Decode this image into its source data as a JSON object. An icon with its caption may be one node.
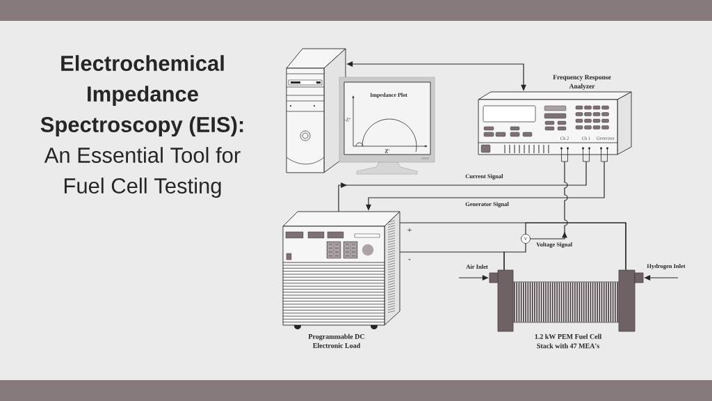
{
  "diagram": {
    "title": "**Electrochemical Impedance Spectroscopy (EIS):** An Essential Tool for Fuel Cell Testing",
    "nodes": [
      {
        "text": [],
        "shape": "picture"
      },
      {
        "text": [
          "Impedance Plot",
          "-Z''",
          "Z'"
        ]
      },
      {
        "text": [
          "Frequency Response Analyzer",
          "Ch 2",
          "Ch 1",
          "Generator"
        ]
      },
      {
        "text": [
          "Programmable DC Electronic Load"
        ]
      },
      {
        "text": [
          "1.2 kW PEM Fuel Cell Stack with 47 MEA's"
        ]
      },
      {
        "text": [
          "V"
        ]
      }
    ],
    "edges": [
      {
        "from": 0,
        "to": 2,
        "arrow": "both"
      },
      {
        "from": 3,
        "to": 2,
        "arrow": "to",
        "label": "Current Signal"
      },
      {
        "from": 2,
        "to": 3,
        "arrow": "to",
        "label": "Generator Signal"
      },
      {
        "from": 3,
        "to": 4,
        "arrow": "none",
        "label": "+"
      },
      {
        "from": 3,
        "to": 4,
        "arrow": "none",
        "label": "-"
      },
      {
        "from": 5,
        "to": 4,
        "arrow": "none"
      },
      {
        "from": 5,
        "to": 4,
        "arrow": "none"
      },
      {
        "from": 5,
        "to": 2,
        "arrow": "to",
        "label": "Voltage Signal"
      },
      {
        "from": null,
        "to": 4,
        "arrow": "to",
        "label": "Air Inlet"
      },
      {
        "from": null,
        "to": 4,
        "arrow": "to",
        "label": "Hydrogen Inlet"
      }
    ]
  }
}
